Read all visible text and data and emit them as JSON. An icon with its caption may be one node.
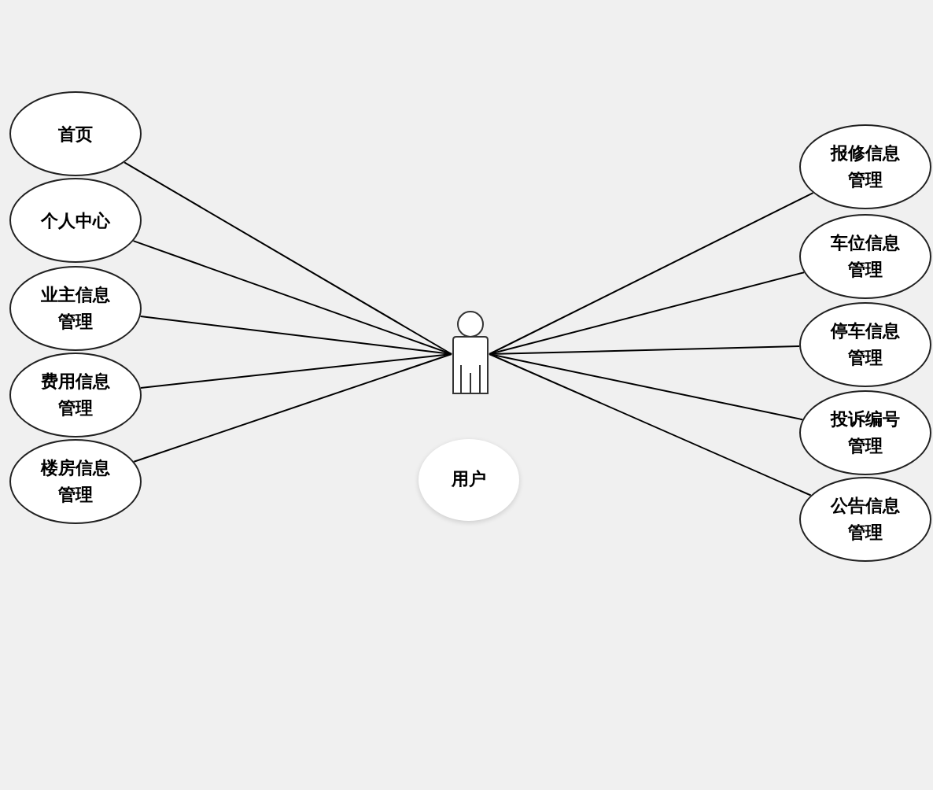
{
  "diagram": {
    "nodes": [
      {
        "text": [],
        "shape": "person"
      },
      {
        "text": [
          "首页"
        ]
      },
      {
        "text": [
          "个人中心"
        ]
      },
      {
        "text": [
          "业主信息管理"
        ]
      },
      {
        "text": [
          "费用信息管理"
        ]
      },
      {
        "text": [
          "楼房信息管理"
        ]
      },
      {
        "text": [
          "报修信息管理"
        ]
      },
      {
        "text": [
          "车位信息管理"
        ]
      },
      {
        "text": [
          "停车信息管理"
        ]
      },
      {
        "text": [
          "投诉编号管理"
        ]
      },
      {
        "text": [
          "公告信息管理"
        ]
      },
      {
        "text": [
          "用户"
        ]
      }
    ],
    "edges": [
      {
        "from": 0,
        "to": 1,
        "arrow": "none"
      },
      {
        "from": 0,
        "to": 2,
        "arrow": "none"
      },
      {
        "from": 0,
        "to": 3,
        "arrow": "none"
      },
      {
        "from": 0,
        "to": 4,
        "arrow": "none"
      },
      {
        "from": 0,
        "to": 5,
        "arrow": "none"
      },
      {
        "from": 0,
        "to": 6,
        "arrow": "none"
      },
      {
        "from": 0,
        "to": 7,
        "arrow": "none"
      },
      {
        "from": 0,
        "to": 8,
        "arrow": "none"
      },
      {
        "from": 0,
        "to": 9,
        "arrow": "none"
      },
      {
        "from": 0,
        "to": 10,
        "arrow": "none"
      }
    ]
  }
}
